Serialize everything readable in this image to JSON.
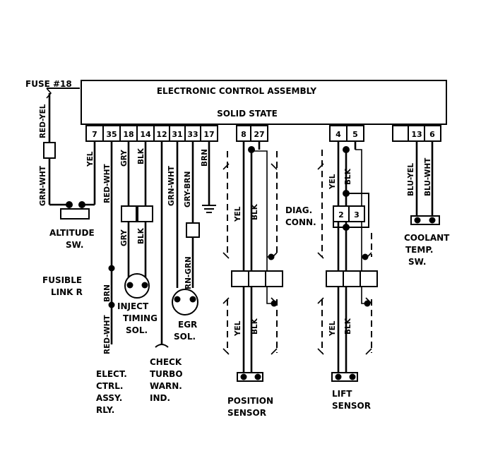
{
  "ecu": {
    "title": "ELECTRONIC CONTROL ASSEMBLY",
    "subtitle": "SOLID STATE"
  },
  "fuse": "FUSE #18",
  "pins": [
    "7",
    "35",
    "18",
    "14",
    "12",
    "31",
    "33",
    "17",
    "8",
    "27",
    "4",
    "5",
    "13",
    "6"
  ],
  "wire_colors": {
    "pin7": "YEL",
    "pin35": "RED-WHT",
    "pin18": "GRY",
    "pin14": "BLK",
    "pin12": "GRN-WHT",
    "pin31": "GRY-BRN",
    "pin33": "BRN",
    "red_yel": "RED-YEL",
    "grn_wht": "GRN-WHT",
    "red_wht_low": "RED-WHT",
    "brn": "BRN",
    "gry_low": "GRY",
    "blk_low": "BLK",
    "brn_grn": "BRN-GRN",
    "pos_yel": "YEL",
    "pos_blk": "BLK",
    "lift_yel": "YEL",
    "lift_blk": "BLK",
    "blu_yel": "BLU-YEL",
    "blu_wht": "BLU-WHT"
  },
  "components": {
    "altitude": [
      "ALTITUDE",
      "SW."
    ],
    "fusible": [
      "FUSIBLE",
      "LINK R"
    ],
    "inject": [
      "INJECT",
      "TIMING",
      "SOL."
    ],
    "egr": [
      "EGR",
      "SOL."
    ],
    "check": [
      "CHECK",
      "TURBO",
      "WARN.",
      "IND."
    ],
    "elect": [
      "ELECT.",
      "CTRL.",
      "ASSY.",
      "RLY."
    ],
    "position": [
      "POSITION",
      "SENSOR"
    ],
    "lift": [
      "LIFT",
      "SENSOR"
    ],
    "diag": [
      "DIAG.",
      "CONN."
    ],
    "diag_pins": [
      "2",
      "3"
    ],
    "coolant": [
      "COOLANT",
      "TEMP.",
      "SW."
    ]
  }
}
